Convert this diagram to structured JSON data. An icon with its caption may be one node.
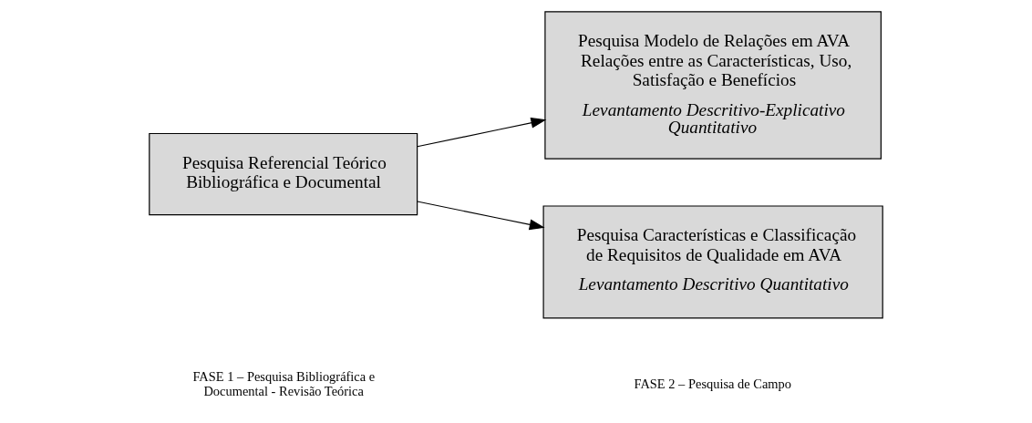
{
  "diagram": {
    "nodes": [
      {
        "text": [
          "Pesquisa Referencial Teórico Bibliográfica e Documental"
        ]
      },
      {
        "text": [
          "Pesquisa Modelo de Relações em AVA Relações entre as Características, Uso, Satisfação e Benefícios",
          "Levantamento Descritivo-Explicativo Quantitativo"
        ]
      },
      {
        "text": [
          "Pesquisa Características e Classificação de Requisitos de Qualidade em AVA",
          "Levantamento Descritivo Quantitativo"
        ]
      }
    ],
    "edges": [
      {
        "from": 0,
        "to": 1,
        "arrow": "to"
      },
      {
        "from": 0,
        "to": 2,
        "arrow": "to"
      }
    ],
    "labels": [
      "FASE 1 – Pesquisa Bibliográfica e Documental - Revisão Teórica",
      "FASE 2 – Pesquisa de Campo"
    ]
  }
}
